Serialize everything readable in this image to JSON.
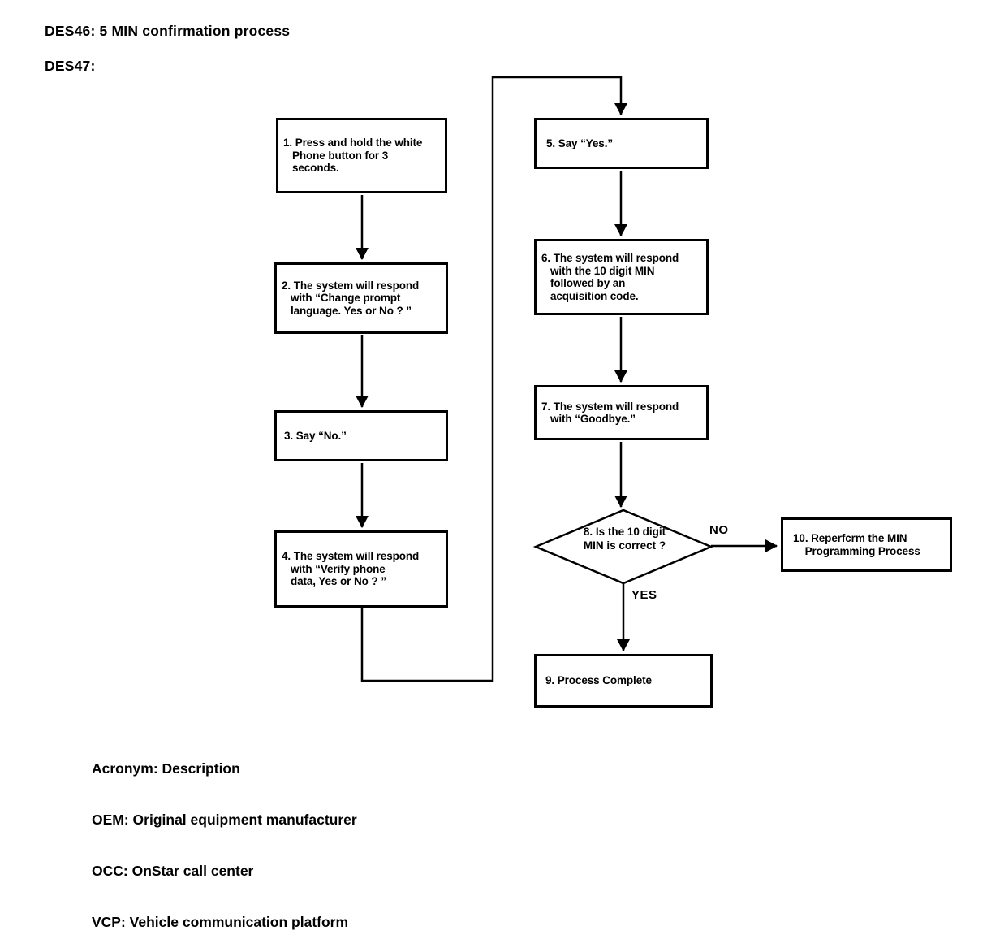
{
  "header": {
    "line1": "DES46: 5 MIN confirmation process",
    "line2": "DES47:"
  },
  "flowchart": {
    "nodes": [
      {
        "id": "1",
        "type": "process",
        "text": "1. Press and hold the white\n   Phone button for 3\n   seconds."
      },
      {
        "id": "2",
        "type": "process",
        "text": "2. The system will respond\n   with “Change prompt\n   language. Yes or No ? ”"
      },
      {
        "id": "3",
        "type": "process",
        "text": "3. Say “No.”"
      },
      {
        "id": "4",
        "type": "process",
        "text": "4. The system will respond\n   with “Verify phone\n   data, Yes or No ? ”"
      },
      {
        "id": "5",
        "type": "process",
        "text": "5. Say “Yes.”"
      },
      {
        "id": "6",
        "type": "process",
        "text": "6. The system will respond\n   with the 10 digit MIN\n   followed by an\n   acquisition code."
      },
      {
        "id": "7",
        "type": "process",
        "text": "7. The system will respond\n   with “Goodbye.”"
      },
      {
        "id": "8",
        "type": "decision",
        "text": "8. Is the 10 digit\nMIN is correct ?"
      },
      {
        "id": "9",
        "type": "process",
        "text": "9. Process Complete"
      },
      {
        "id": "10",
        "type": "process",
        "text": "10. Reperfcrm the MIN\n    Programming Process"
      }
    ],
    "branch_labels": {
      "no": "NO",
      "yes": "YES"
    }
  },
  "acronyms": {
    "header": "Acronym: Description",
    "items": [
      "OEM: Original equipment manufacturer",
      "OCC: OnStar call center",
      "VCP: Vehicle communication platform"
    ]
  },
  "colors": {
    "ink": "#000000",
    "paper": "#ffffff"
  }
}
